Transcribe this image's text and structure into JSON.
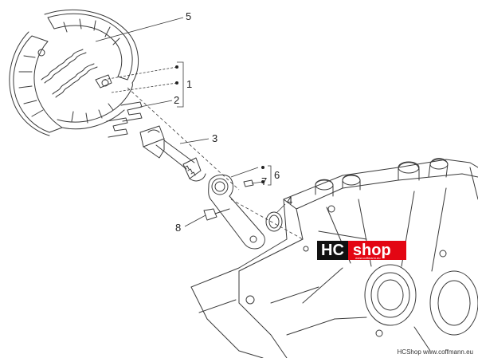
{
  "callouts": [
    {
      "id": "5",
      "text": "5"
    },
    {
      "id": "1",
      "text": "1"
    },
    {
      "id": "2",
      "text": "2"
    },
    {
      "id": "3",
      "text": "3"
    },
    {
      "id": "6",
      "text": "6"
    },
    {
      "id": "7",
      "text": "7"
    },
    {
      "id": "4",
      "text": "4"
    },
    {
      "id": "8",
      "text": "8"
    }
  ],
  "logo": {
    "part1": "HC",
    "part2": "shop",
    "sub": "www.coffmann.eu"
  },
  "credit": "HCShop www.coffmann.eu",
  "colors": {
    "line": "#3a3a3a",
    "logo_red": "#e30613",
    "logo_black": "#111111"
  }
}
